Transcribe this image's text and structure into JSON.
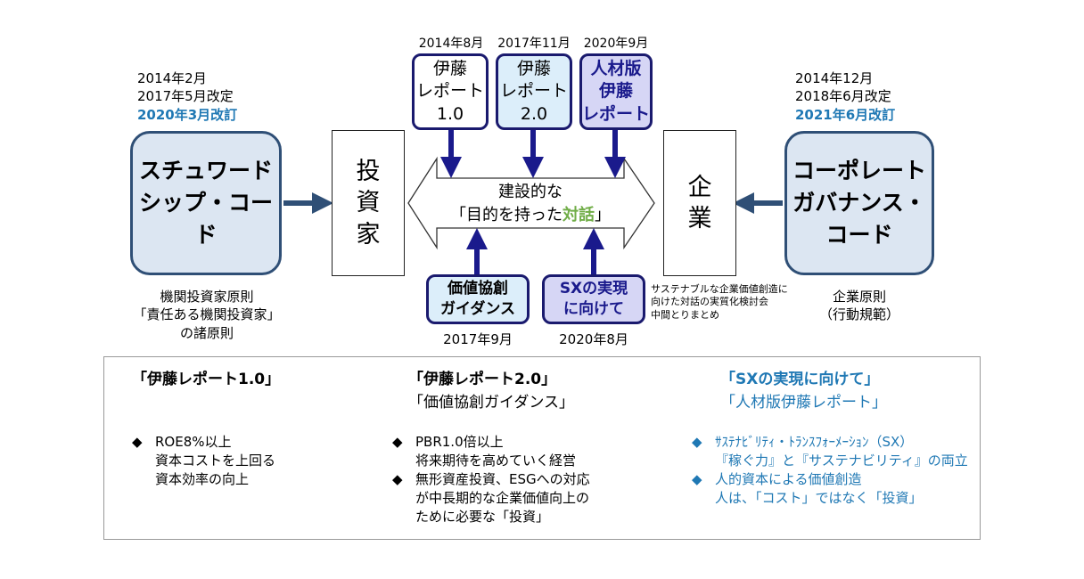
{
  "left": {
    "dates": [
      "2014年2月",
      "2017年5月改定",
      "2020年3月改訂"
    ],
    "box_lines": [
      "スチュワード",
      "シップ・コード"
    ],
    "note_lines": [
      "機関投資家原則",
      "「責任ある機関投資家」",
      "の諸原則"
    ]
  },
  "right": {
    "dates": [
      "2014年12月",
      "2018年6月改定",
      "2021年6月改訂"
    ],
    "box_lines": [
      "コーポレート",
      "ガバナンス・",
      "コード"
    ],
    "note_lines": [
      "企業原則",
      "（行動規範）"
    ]
  },
  "investor_chars": [
    "投",
    "資",
    "家"
  ],
  "company_chars": [
    "企",
    "業"
  ],
  "dialogue": {
    "line1": "建設的な",
    "line2_pre": "「目的を持った",
    "line2_hl": "対話",
    "line2_post": "」"
  },
  "top_reports": [
    {
      "date": "2014年8月",
      "lines": [
        "伊藤",
        "レポート",
        "1.0"
      ]
    },
    {
      "date": "2017年11月",
      "lines": [
        "伊藤",
        "レポート",
        "2.0"
      ]
    },
    {
      "date": "2020年9月",
      "lines": [
        "人材版",
        "伊藤",
        "レポート"
      ]
    }
  ],
  "bottom_reports": [
    {
      "date": "2017年9月",
      "lines": [
        "価値協創",
        "ガイダンス"
      ]
    },
    {
      "date": "2020年8月",
      "lines": [
        "SXの実現",
        "に向けて"
      ]
    }
  ],
  "study_note_lines": [
    "サステナブルな企業価値創造に",
    "向けた対話の実質化検討会",
    "中間とりまとめ"
  ],
  "summary": {
    "col1": {
      "header": [
        "「伊藤レポート1.0」"
      ],
      "bullets": [
        {
          "lines": [
            "ROE8%以上",
            "資本コストを上回る",
            "資本効率の向上"
          ]
        }
      ]
    },
    "col2": {
      "header": [
        "「伊藤レポート2.0」",
        "「価値協創ガイダンス」"
      ],
      "bullets": [
        {
          "lines": [
            "PBR1.0倍以上",
            "将来期待を高めていく経営"
          ]
        },
        {
          "lines": [
            "無形資産投資、ESGへの対応",
            "が中長期的な企業価値向上の",
            "ために必要な「投資」"
          ]
        }
      ]
    },
    "col3": {
      "header": [
        "「SXの実現に向けて」",
        "「人材版伊藤レポート」"
      ],
      "bullets": [
        {
          "lines": [
            "ｻｽﾃﾅﾋﾞﾘﾃｨ・ﾄﾗﾝｽﾌｫｰﾒｰｼｮﾝ（SX）",
            "『稼ぐ力』と『サステナビリティ』の両立"
          ]
        },
        {
          "lines": [
            "人的資本による価値創造",
            "人は、「コスト」ではなく「投資」"
          ]
        }
      ]
    },
    "bullet_mark": "◆"
  },
  "colors": {
    "code_fill": "#dce6f2",
    "code_border": "#2f4f76",
    "arrow_navy": "#1a1a8c",
    "highlight_green": "#70ad47",
    "accent_blue": "#1f78b4",
    "rep_fill_1": "#ffffff",
    "rep_fill_2": "#dceefa",
    "rep_fill_3": "#d6d6f5"
  }
}
